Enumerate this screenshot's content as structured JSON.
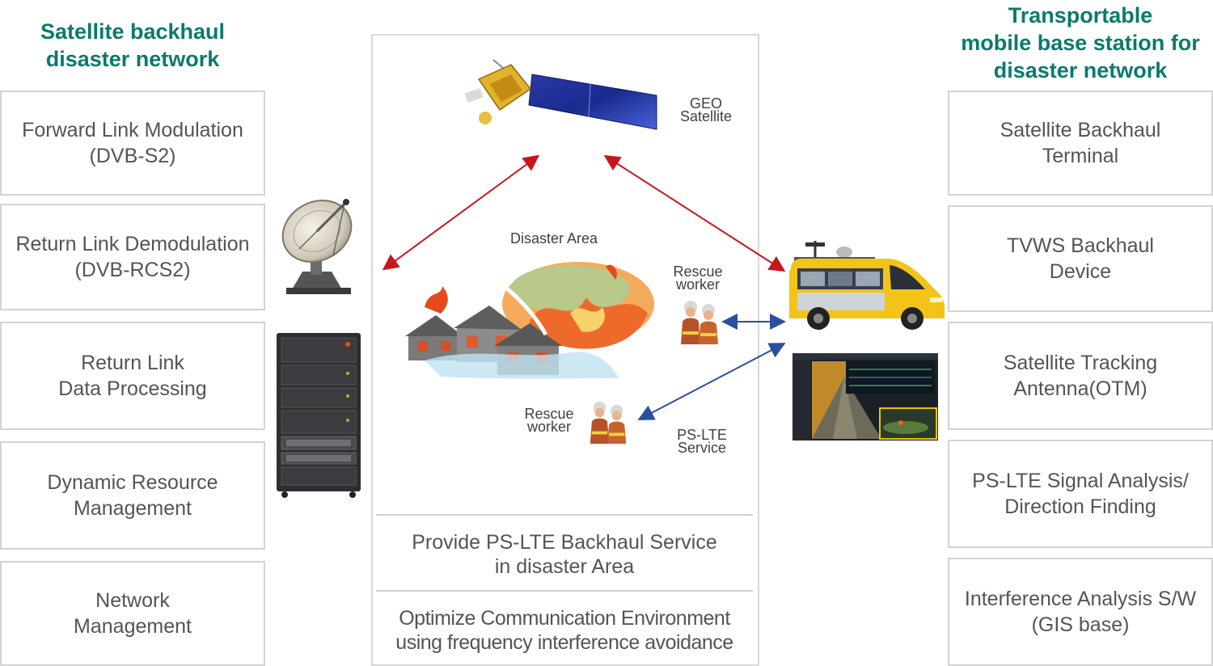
{
  "left": {
    "heading": [
      "Satellite backhaul",
      "disaster network"
    ],
    "boxes": [
      [
        "Forward Link Modulation",
        "(DVB-S2)"
      ],
      [
        "Return Link Demodulation",
        "(DVB-RCS2)"
      ],
      [
        "Return Link",
        "Data Processing"
      ],
      [
        "Dynamic Resource",
        "Management"
      ],
      [
        "Network",
        "Management"
      ]
    ]
  },
  "right": {
    "heading": [
      "Transportable",
      "mobile base station for",
      "disaster network"
    ],
    "boxes": [
      [
        "Satellite Backhaul",
        "Terminal"
      ],
      [
        "TVWS Backhaul",
        "Device"
      ],
      [
        "Satellite Tracking",
        "Antenna(OTM)"
      ],
      [
        "PS-LTE Signal Analysis/",
        "Direction Finding"
      ],
      [
        "Interference Analysis S/W",
        "(GIS base)"
      ]
    ]
  },
  "center": {
    "geo_label": [
      "GEO",
      "Satellite"
    ],
    "disaster_label": "Disaster Area",
    "rescue_label_1": [
      "Rescue",
      "worker"
    ],
    "rescue_label_2": [
      "Rescue",
      "worker"
    ],
    "pslte_label": [
      "PS-LTE",
      "Service"
    ],
    "service_text": [
      "Provide PS-LTE Backhaul Service",
      "in disaster Area"
    ],
    "optimize_text": [
      "Optimize Communication Environment",
      "using frequency interference avoidance"
    ]
  },
  "colors": {
    "heading": "#0b7a6c",
    "box_border": "#d3d3d3",
    "satellite_link": "#c8161d",
    "lte_link": "#2b4f9e"
  }
}
